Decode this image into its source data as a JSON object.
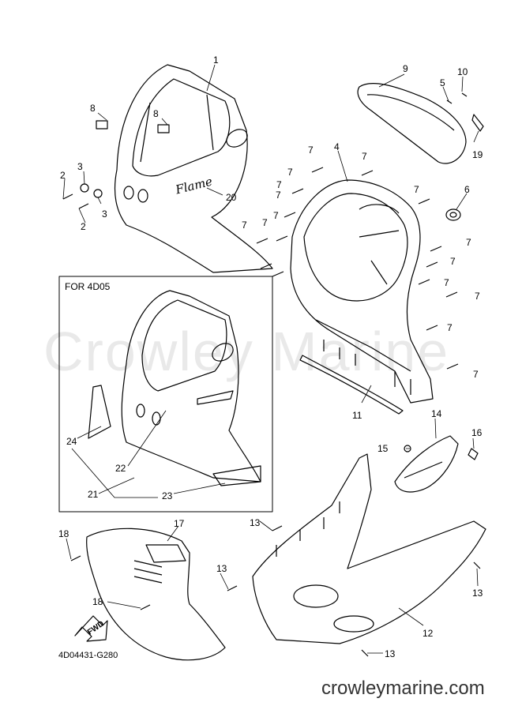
{
  "inset_title": "FOR 4D05",
  "diagram_code": "4D04431-G280",
  "fwd_label": "FWD",
  "watermark": "Crowley Marine",
  "footer": "crowleymarine.com",
  "decal_text": "Flame",
  "callouts": {
    "c1": "1",
    "c2a": "2",
    "c2b": "2",
    "c3a": "3",
    "c3b": "3",
    "c4": "4",
    "c5": "5",
    "c6": "6",
    "c7a": "7",
    "c7b": "7",
    "c7c": "7",
    "c7d": "7",
    "c7e": "7",
    "c7f": "7",
    "c7g": "7",
    "c7h": "7",
    "c7i": "7",
    "c7j": "7",
    "c7k": "7",
    "c7l": "7",
    "c7m": "7",
    "c7n": "7",
    "c7o": "7",
    "c8a": "8",
    "c8b": "8",
    "c9": "9",
    "c10": "10",
    "c11": "11",
    "c12": "12",
    "c13a": "13",
    "c13b": "13",
    "c13c": "13",
    "c13d": "13",
    "c14": "14",
    "c15": "15",
    "c16": "16",
    "c17": "17",
    "c18a": "18",
    "c18b": "18",
    "c19": "19",
    "c20": "20",
    "c21": "21",
    "c22": "22",
    "c23": "23",
    "c24": "24"
  }
}
